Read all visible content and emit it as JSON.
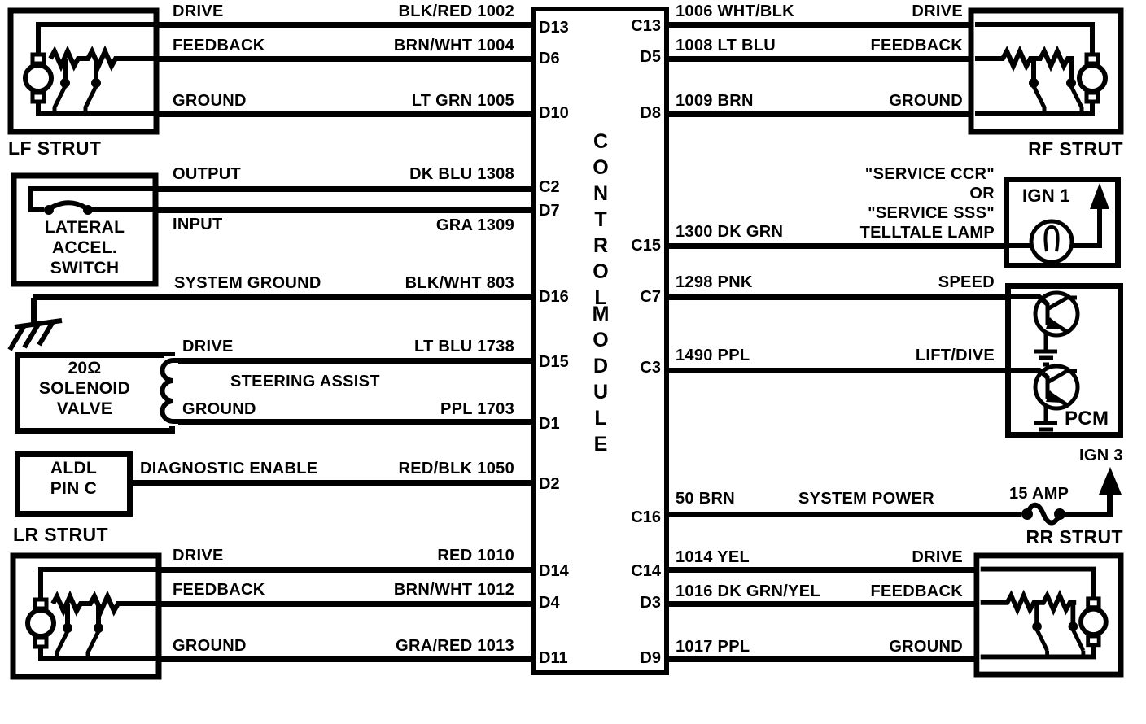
{
  "module": {
    "words": [
      "CONTROL",
      "MODULE"
    ],
    "left_pins": [
      "D13",
      "D6",
      "D10",
      "C2",
      "D7",
      "D16",
      "D15",
      "D1",
      "D2",
      "D14",
      "D4",
      "D11"
    ],
    "right_pins": [
      "C13",
      "D5",
      "D8",
      "C15",
      "C7",
      "C3",
      "C16",
      "C14",
      "D3",
      "D9"
    ]
  },
  "left_rows": [
    {
      "function": "DRIVE",
      "wire": "BLK/RED 1002",
      "pin": "D13"
    },
    {
      "function": "FEEDBACK",
      "wire": "BRN/WHT 1004",
      "pin": "D6"
    },
    {
      "function": "GROUND",
      "wire": "LT GRN 1005",
      "pin": "D10"
    },
    {
      "function": "OUTPUT",
      "wire": "DK BLU 1308",
      "pin": "C2"
    },
    {
      "function": "INPUT",
      "wire": "GRA 1309",
      "pin": "D7"
    },
    {
      "function": "SYSTEM GROUND",
      "wire": "BLK/WHT 803",
      "pin": "D16"
    },
    {
      "function": "DRIVE",
      "wire": "LT BLU 1738",
      "pin": "D15"
    },
    {
      "function": "GROUND",
      "wire": "PPL 1703",
      "pin": "D1"
    },
    {
      "function": "DIAGNOSTIC ENABLE",
      "wire": "RED/BLK 1050",
      "pin": "D2"
    },
    {
      "function": "DRIVE",
      "wire": "RED 1010",
      "pin": "D14"
    },
    {
      "function": "FEEDBACK",
      "wire": "BRN/WHT 1012",
      "pin": "D4"
    },
    {
      "function": "GROUND",
      "wire": "GRA/RED 1013",
      "pin": "D11"
    }
  ],
  "notes": {
    "steering_assist": "STEERING ASSIST"
  },
  "right_rows": [
    {
      "wire": "1006 WHT/BLK",
      "function": "DRIVE",
      "pin": "C13"
    },
    {
      "wire": "1008 LT BLU",
      "function": "FEEDBACK",
      "pin": "D5"
    },
    {
      "wire": "1009 BRN",
      "function": "GROUND",
      "pin": "D8"
    },
    {
      "wire": "1300 DK GRN",
      "pin": "C15",
      "note": [
        "\"SERVICE CCR\"",
        "OR",
        "\"SERVICE SSS\"",
        "TELLTALE LAMP"
      ]
    },
    {
      "wire": "1298 PNK",
      "function": "SPEED",
      "pin": "C7"
    },
    {
      "wire": "1490 PPL",
      "function": "LIFT/DIVE",
      "pin": "C3"
    },
    {
      "wire": "50 BRN",
      "function": "SYSTEM POWER",
      "pin": "C16"
    },
    {
      "wire": "1014 YEL",
      "function": "DRIVE",
      "pin": "C14"
    },
    {
      "wire": "1016 DK GRN/YEL",
      "function": "FEEDBACK",
      "pin": "D3"
    },
    {
      "wire": "1017 PPL",
      "function": "GROUND",
      "pin": "D9"
    }
  ],
  "labels": {
    "lf": "LF STRUT",
    "rf": "RF STRUT",
    "lr": "LR STRUT",
    "rr": "RR STRUT",
    "ign1": "IGN 1",
    "ign3": "IGN 3",
    "pcm": "PCM",
    "fuse": "15 AMP",
    "lateral": [
      "LATERAL",
      "ACCEL.",
      "SWITCH"
    ],
    "solenoid": [
      "20Ω",
      "SOLENOID",
      "VALVE"
    ],
    "aldl": [
      "ALDL",
      "PIN C"
    ]
  },
  "colors": {
    "ink": "#000000",
    "paper": "#ffffff"
  }
}
